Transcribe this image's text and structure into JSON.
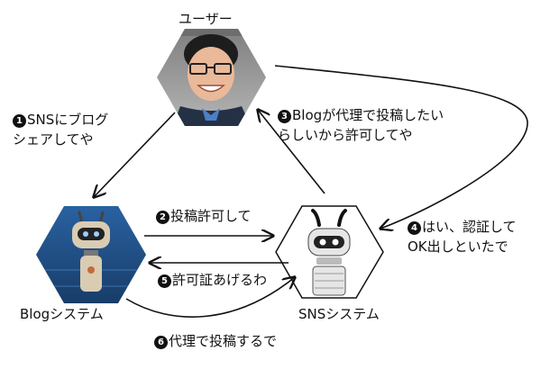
{
  "nodes": {
    "user": {
      "label": "ユーザー"
    },
    "blog": {
      "label": "Blogシステム"
    },
    "sns": {
      "label": "SNSシステム"
    }
  },
  "steps": [
    {
      "num": "1",
      "text": "SNSにブログ\nシェアしてや"
    },
    {
      "num": "2",
      "text": "投稿許可して"
    },
    {
      "num": "3",
      "text": "Blogが代理で投稿したい\nらしいから許可してや"
    },
    {
      "num": "4",
      "text": "はい、認証して\nOK出しといたで"
    },
    {
      "num": "5",
      "text": "許可証あげるわ"
    },
    {
      "num": "6",
      "text": "代理で投稿するで"
    }
  ],
  "colors": {
    "blog_bg": "#1f4f86",
    "sns_bg": "#ffffff",
    "user_bg": "#9a9a9a",
    "arrow": "#111111"
  }
}
